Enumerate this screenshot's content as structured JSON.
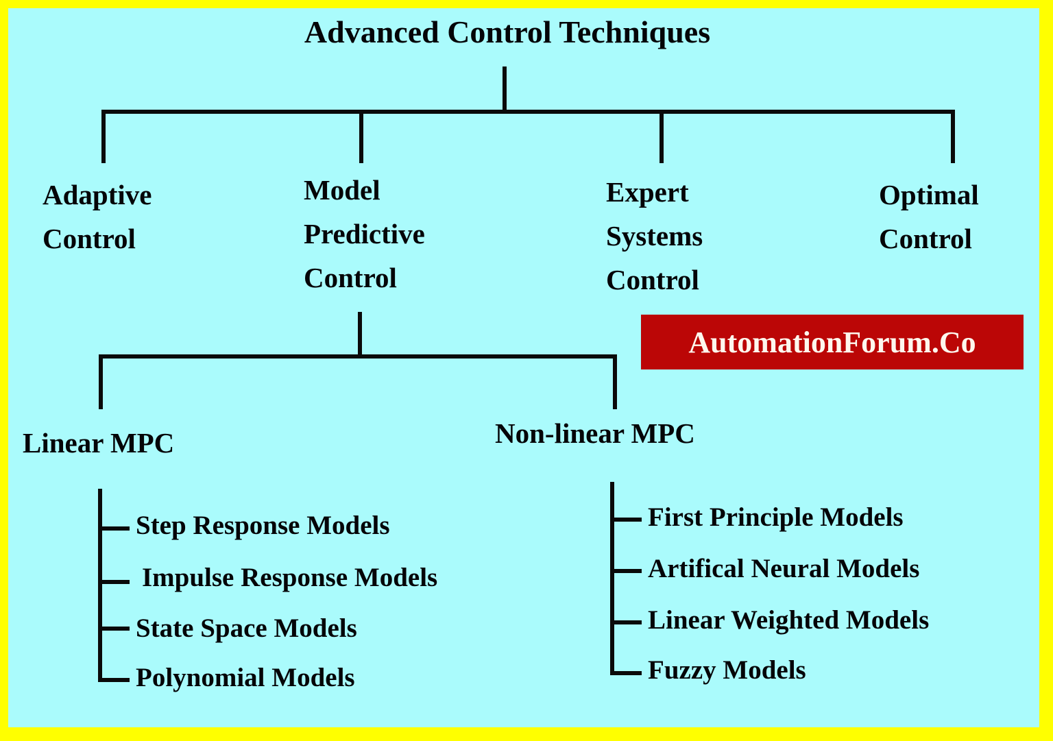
{
  "diagram": {
    "title": "Advanced Control Techniques",
    "colors": {
      "background": "#aafbfc",
      "border": "#ffff00",
      "line": "#0a0a0a",
      "text": "#050508",
      "badge_background": "#bb0606",
      "badge_text": "#fdf7ee"
    },
    "branches": [
      {
        "id": "adaptive",
        "lines": [
          "Adaptive",
          "Control"
        ]
      },
      {
        "id": "model-predictive",
        "lines": [
          "Model",
          "Predictive",
          "Control"
        ]
      },
      {
        "id": "expert-systems",
        "lines": [
          "Expert",
          "Systems",
          "Control"
        ]
      },
      {
        "id": "optimal",
        "lines": [
          "Optimal",
          "Control"
        ]
      }
    ],
    "mpc_children": [
      {
        "id": "linear-mpc",
        "label": "Linear MPC",
        "items": [
          "Step Response Models",
          "Impulse Response Models",
          "State Space Models",
          "Polynomial Models"
        ]
      },
      {
        "id": "nonlinear-mpc",
        "label": "Non-linear MPC",
        "items": [
          "First Principle Models",
          "Artifical Neural Models",
          "Linear Weighted Models",
          "Fuzzy Models"
        ]
      }
    ],
    "watermark": "AutomationForum.Co"
  }
}
